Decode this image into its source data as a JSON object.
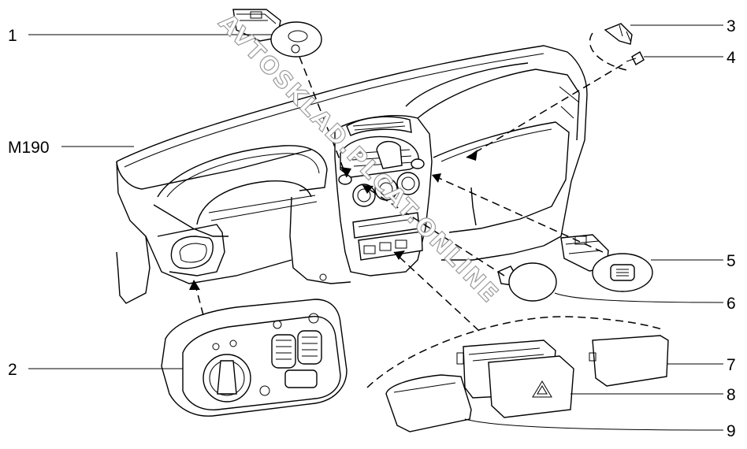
{
  "callouts": [
    {
      "id": "1",
      "text": "1"
    },
    {
      "id": "2",
      "text": "2"
    },
    {
      "id": "3",
      "text": "3"
    },
    {
      "id": "4",
      "text": "4"
    },
    {
      "id": "5",
      "text": "5"
    },
    {
      "id": "6",
      "text": "6"
    },
    {
      "id": "7",
      "text": "7"
    },
    {
      "id": "8",
      "text": "8"
    },
    {
      "id": "9",
      "text": "9"
    },
    {
      "id": "m190",
      "text": "M190"
    }
  ],
  "watermark": {
    "text": "AVTOSKLAD.PLCAT.ONLINE"
  },
  "icons": {
    "hazard": "hazard-triangle-icon",
    "defrost": "rear-defrost-icon",
    "headlight": "headlight-icon"
  }
}
